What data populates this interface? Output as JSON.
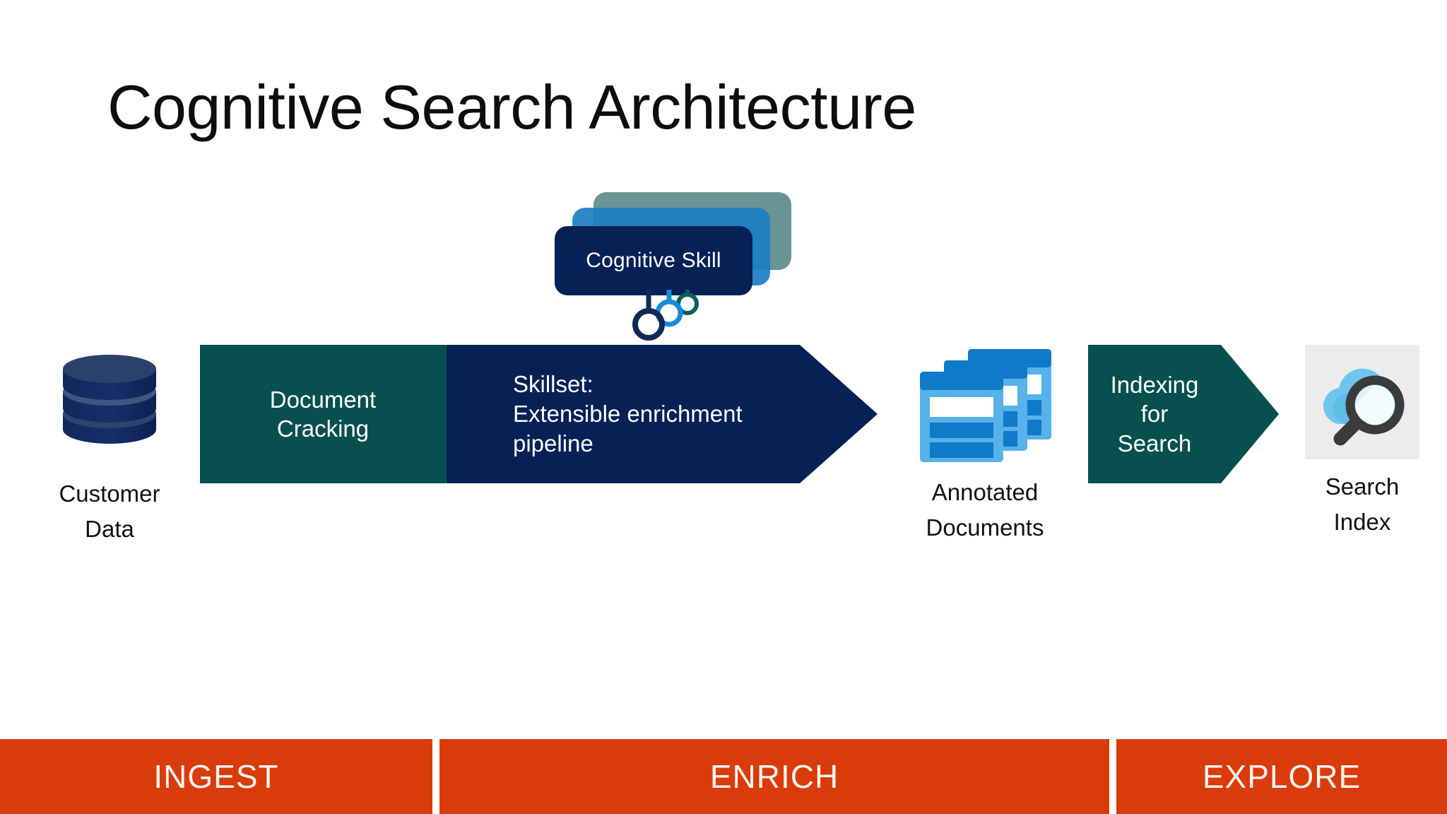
{
  "slide": {
    "title": "Cognitive Search Architecture",
    "background": "#ffffff"
  },
  "colors": {
    "teal": "#07504f",
    "navy": "#062156",
    "orange": "#d93b0b",
    "card_back": "#5d8a8c",
    "card_mid": "#1b7ec2",
    "doc_blue": "#0f7ac8",
    "doc_light_blue": "#56b2e8",
    "ring_teal": "#0d5f5e",
    "ring_blue": "#1b8ad6",
    "ring_navy": "#0f2a56",
    "index_tile": "#ececec",
    "cloud_blue": "#6ec6ec",
    "lens_dark": "#3b3b3b"
  },
  "skill_card": {
    "label": "Cognitive Skill",
    "stack_count": 3
  },
  "pipeline": {
    "stages": [
      {
        "id": "document-cracking",
        "lines": [
          "Document",
          "Cracking"
        ],
        "color": "#07504f",
        "align": "center"
      },
      {
        "id": "skillset",
        "lines": [
          "Skillset:",
          "Extensible enrichment",
          "pipeline"
        ],
        "color": "#062156",
        "align": "left"
      },
      {
        "id": "indexing-for-search",
        "lines": [
          "Indexing",
          "for",
          "Search"
        ],
        "color": "#07504f",
        "align": "center"
      }
    ]
  },
  "nodes": [
    {
      "id": "customer-data",
      "icon": "database-icon",
      "caption_lines": [
        "Customer",
        "Data"
      ]
    },
    {
      "id": "annotated-documents",
      "icon": "documents-stack-icon",
      "caption_lines": [
        "Annotated",
        "Documents"
      ]
    },
    {
      "id": "search-index",
      "icon": "cloud-search-icon",
      "caption_lines": [
        "Search",
        "Index"
      ]
    }
  ],
  "phases": [
    {
      "id": "ingest",
      "label": "INGEST"
    },
    {
      "id": "enrich",
      "label": "ENRICH"
    },
    {
      "id": "explore",
      "label": "EXPLORE"
    }
  ]
}
